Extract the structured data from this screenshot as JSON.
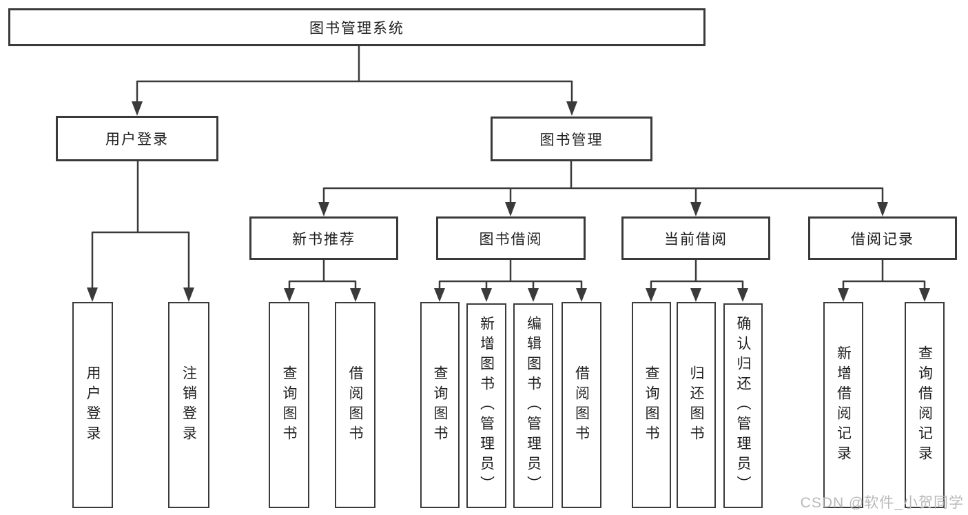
{
  "tree": {
    "label": "图书管理系统",
    "children": [
      {
        "label": "用户登录",
        "children": [
          {
            "label": "用户登录"
          },
          {
            "label": "注销登录"
          }
        ]
      },
      {
        "label": "图书管理",
        "children": [
          {
            "label": "新书推荐",
            "children": [
              {
                "label": "查询图书"
              },
              {
                "label": "借阅图书"
              }
            ]
          },
          {
            "label": "图书借阅",
            "children": [
              {
                "label": "查询图书"
              },
              {
                "label": "新增图书（管理员）"
              },
              {
                "label": "编辑图书（管理员）"
              },
              {
                "label": "借阅图书"
              }
            ]
          },
          {
            "label": "当前借阅",
            "children": [
              {
                "label": "查询图书"
              },
              {
                "label": "归还图书"
              },
              {
                "label": "确认归还（管理员）"
              }
            ]
          },
          {
            "label": "借阅记录",
            "children": [
              {
                "label": "新增借阅记录"
              },
              {
                "label": "查询借阅记录"
              }
            ]
          }
        ]
      }
    ]
  },
  "watermark": "CSDN @软件_小贺同学",
  "colors": {
    "line": "#3a3a3a",
    "box_border": "#3a3a3a",
    "text": "#1f1f1f",
    "background": "#ffffff",
    "watermark": "#b9b9b9"
  }
}
